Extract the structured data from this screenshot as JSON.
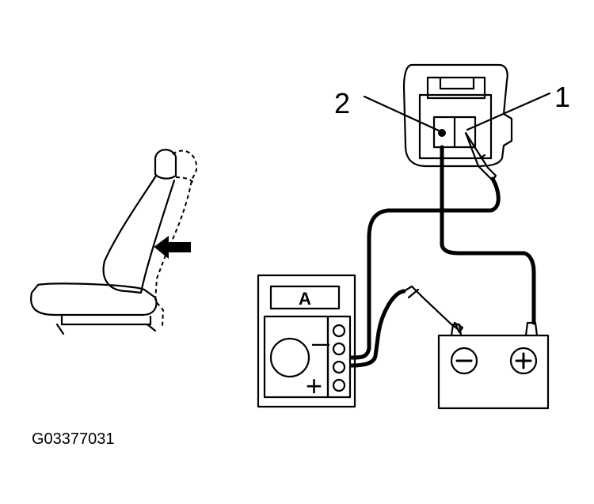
{
  "labels": {
    "terminal_1": "1",
    "terminal_2": "2",
    "meter_mode": "A",
    "meter_plus": "+",
    "meter_minus": "—",
    "battery_negative": "−",
    "battery_positive": "+",
    "figure_code": "G03377031"
  }
}
